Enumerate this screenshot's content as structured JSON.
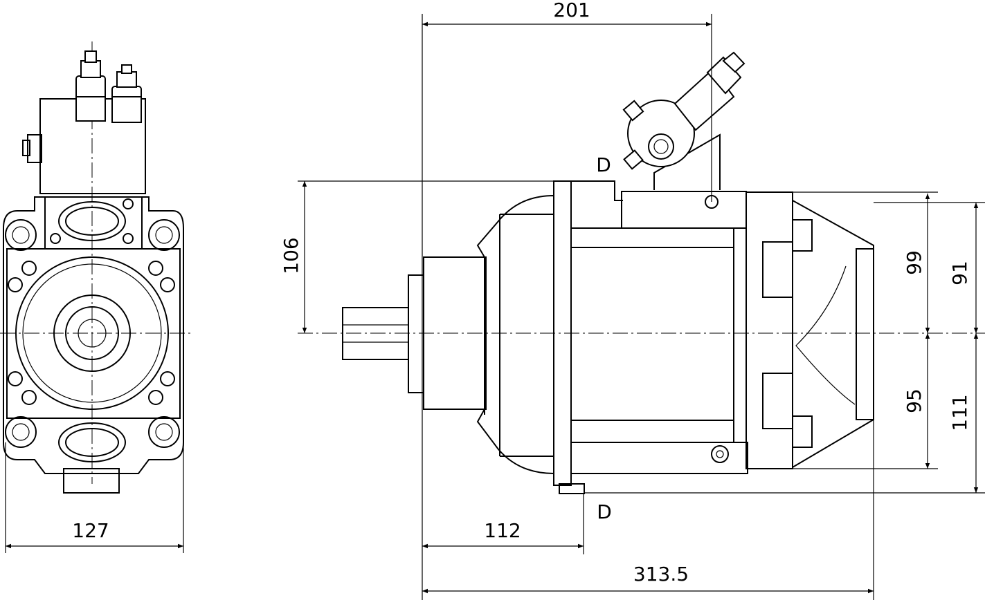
{
  "title": "Pump dimension drawing",
  "dimensions": {
    "top_width": "201",
    "flange_height": "106",
    "upper_right_inner": "99",
    "upper_right_outer": "91",
    "lower_right_inner": "95",
    "lower_right_outer": "111",
    "front_view_width": "127",
    "shaft_to_port": "112",
    "overall_length": "313.5"
  },
  "ports": {
    "top": "D",
    "bottom": "D"
  }
}
